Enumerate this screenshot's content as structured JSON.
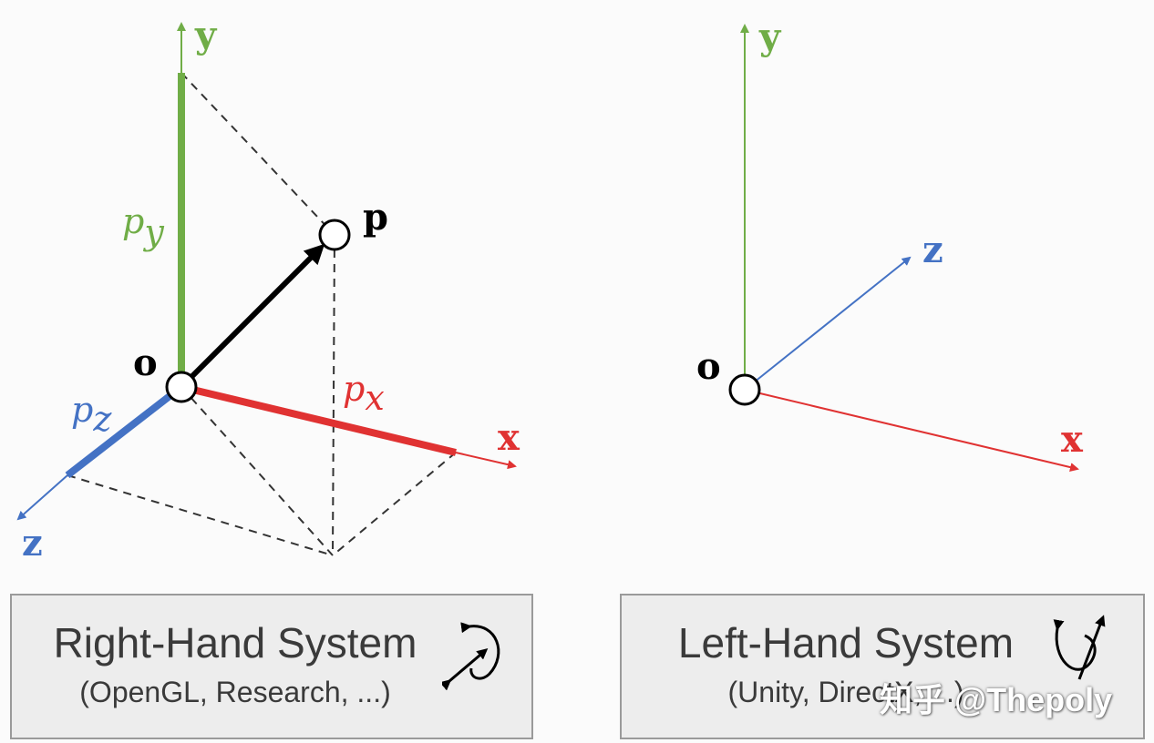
{
  "colors": {
    "y_axis": "#70ad47",
    "x_axis": "#e03232",
    "z_axis": "#4472c4",
    "vector": "#000000",
    "dashed": "#333333"
  },
  "right_diagram": {
    "label_y": "y",
    "label_x": "x",
    "label_z": "z",
    "label_origin": "o",
    "label_point": "p",
    "label_py": "p",
    "label_py_sub": "y",
    "label_px": "p",
    "label_px_sub": "x",
    "label_pz": "p",
    "label_pz_sub": "z"
  },
  "left_diagram": {
    "label_y": "y",
    "label_x": "x",
    "label_z": "z",
    "label_origin": "o"
  },
  "right_box": {
    "title": "Right-Hand System",
    "subtitle": "(OpenGL, Research, ...)"
  },
  "left_box": {
    "title": "Left-Hand System",
    "subtitle": "(Unity, DirectX, ...)"
  },
  "watermark": "知乎 @Thepoly"
}
